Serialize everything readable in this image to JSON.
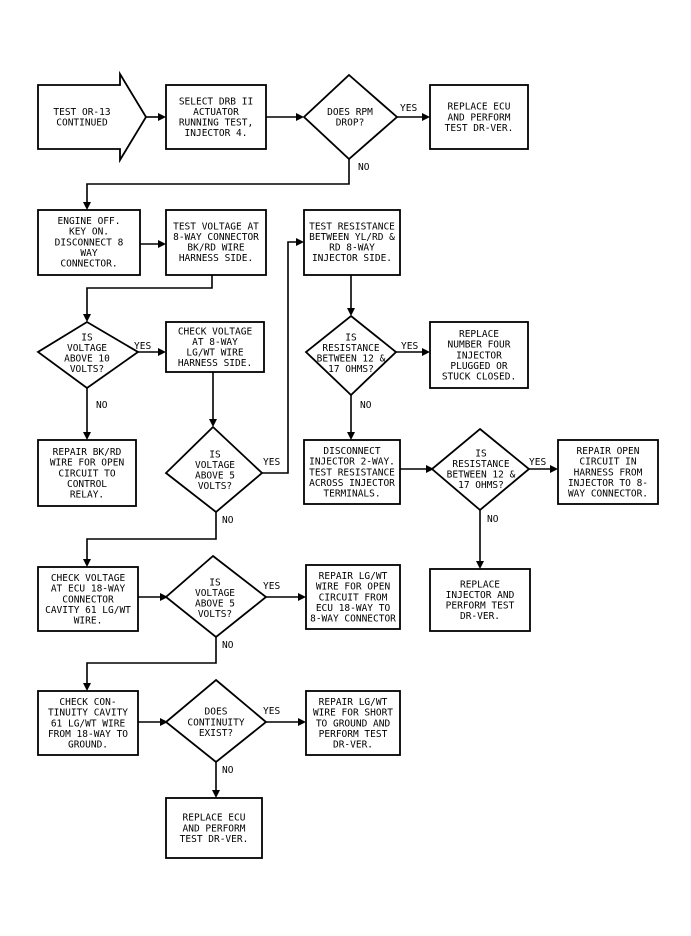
{
  "labels": {
    "yes": "YES",
    "no": "NO"
  },
  "nodes": {
    "start": [
      "TEST OR-13",
      "CONTINUED"
    ],
    "select_drb": [
      "SELECT DRB II",
      "ACTUATOR",
      "RUNNING TEST,",
      "INJECTOR 4."
    ],
    "rpm_drop": [
      "DOES RPM",
      "DROP?"
    ],
    "replace_ecu_1": [
      "REPLACE ECU",
      "AND PERFORM",
      "TEST DR-VER."
    ],
    "engine_off": [
      "ENGINE OFF.",
      "KEY ON.",
      "DISCONNECT 8",
      "WAY",
      "CONNECTOR."
    ],
    "test_voltage_8way": [
      "TEST VOLTAGE AT",
      "8-WAY CONNECTOR",
      "BK/RD WIRE",
      "HARNESS SIDE."
    ],
    "test_resistance_yl": [
      "TEST RESISTANCE",
      "BETWEEN YL/RD &",
      "RD 8-WAY",
      "INJECTOR SIDE."
    ],
    "voltage_above_10": [
      "IS",
      "VOLTAGE",
      "ABOVE 10",
      "VOLTS?"
    ],
    "check_voltage_lg": [
      "CHECK VOLTAGE",
      "AT 8-WAY",
      "LG/WT WIRE",
      "HARNESS SIDE."
    ],
    "resistance_12_17_a": [
      "IS",
      "RESISTANCE",
      "BETWEEN 12 &",
      "17 OHMS?"
    ],
    "replace_injector_four": [
      "REPLACE",
      "NUMBER FOUR",
      "INJECTOR",
      "PLUGGED OR",
      "STUCK CLOSED."
    ],
    "repair_bkrd": [
      "REPAIR BK/RD",
      "WIRE FOR OPEN",
      "CIRCUIT TO",
      "CONTROL",
      "RELAY."
    ],
    "voltage_above_5_a": [
      "IS",
      "VOLTAGE",
      "ABOVE 5",
      "VOLTS?"
    ],
    "disconnect_injector": [
      "DISCONNECT",
      "INJECTOR 2-WAY.",
      "TEST RESISTANCE",
      "ACROSS INJECTOR",
      "TERMINALS."
    ],
    "resistance_12_17_b": [
      "IS",
      "RESISTANCE",
      "BETWEEN 12 &",
      "17 OHMS?"
    ],
    "repair_open_harness": [
      "REPAIR OPEN",
      "CIRCUIT IN",
      "HARNESS FROM",
      "INJECTOR TO 8-",
      "WAY CONNECTOR."
    ],
    "check_voltage_ecu": [
      "CHECK VOLTAGE",
      "AT ECU 18-WAY",
      "CONNECTOR",
      "CAVITY 61 LG/WT",
      "WIRE."
    ],
    "voltage_above_5_b": [
      "IS",
      "VOLTAGE",
      "ABOVE 5",
      "VOLTS?"
    ],
    "repair_lgwt_open": [
      "REPAIR LG/WT",
      "WIRE FOR OPEN",
      "CIRCUIT FROM",
      "ECU 18-WAY TO",
      "8-WAY CONNECTOR"
    ],
    "replace_injector_test": [
      "REPLACE",
      "INJECTOR AND",
      "PERFORM TEST",
      "DR-VER."
    ],
    "check_continuity": [
      "CHECK CON-",
      "TINUITY CAVITY",
      "61 LG/WT WIRE",
      "FROM 18-WAY TO",
      "GROUND."
    ],
    "continuity_exist": [
      "DOES",
      "CONTINUITY",
      "EXIST?"
    ],
    "repair_lgwt_short": [
      "REPAIR LG/WT",
      "WIRE FOR SHORT",
      "TO GROUND AND",
      "PERFORM TEST",
      "DR-VER."
    ],
    "replace_ecu_2": [
      "REPLACE ECU",
      "AND PERFORM",
      "TEST DR-VER."
    ]
  }
}
